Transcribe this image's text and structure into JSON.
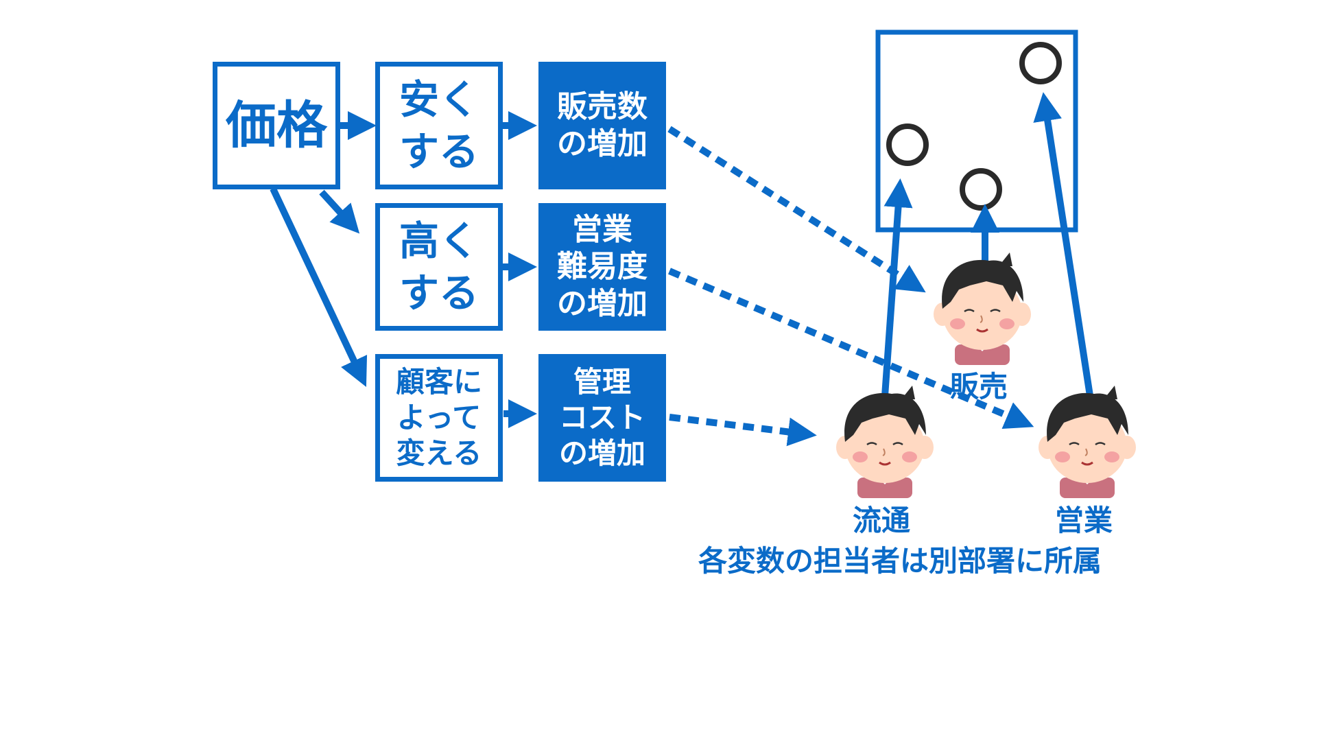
{
  "colors": {
    "accent": "#0b6bc8",
    "background": "#ffffff",
    "outcome_circle": "#2a2a2a",
    "skin": "#ffd9c2",
    "hair": "#2b2b2b",
    "shirt": "#c9717f",
    "cheek": "#f4a2a2"
  },
  "boxes": {
    "price": "価格",
    "cheaper": "安く\nする",
    "sales_increase": "販売数\nの増加",
    "higher": "高く\nする",
    "difficulty_increase": "営業\n難易度\nの増加",
    "per_customer": "顧客に\nよって\n変える",
    "cost_increase": "管理\nコスト\nの増加"
  },
  "people": {
    "sales": "販売",
    "distribution": "流通",
    "business": "営業"
  },
  "caption": "各変数の担当者は別部署に所属",
  "icons": [
    "person-face-icon",
    "outcome-circle-icon",
    "arrow-icon"
  ]
}
